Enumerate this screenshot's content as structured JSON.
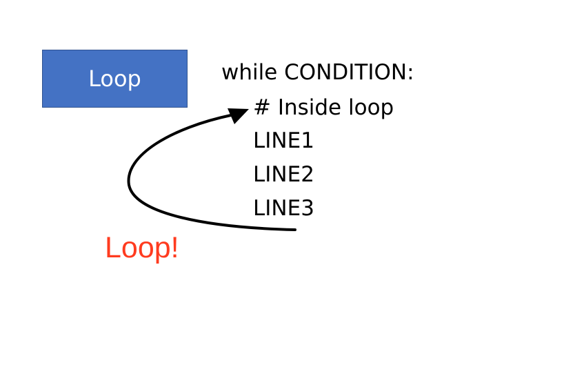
{
  "box": {
    "label": "Loop",
    "fill_color": "#4472c4"
  },
  "code": {
    "lines": [
      "while CONDITION:",
      "# Inside loop",
      "LINE1",
      "LINE2",
      "LINE3"
    ]
  },
  "annotation": {
    "label": "Loop!",
    "color": "#ff3b1f"
  }
}
